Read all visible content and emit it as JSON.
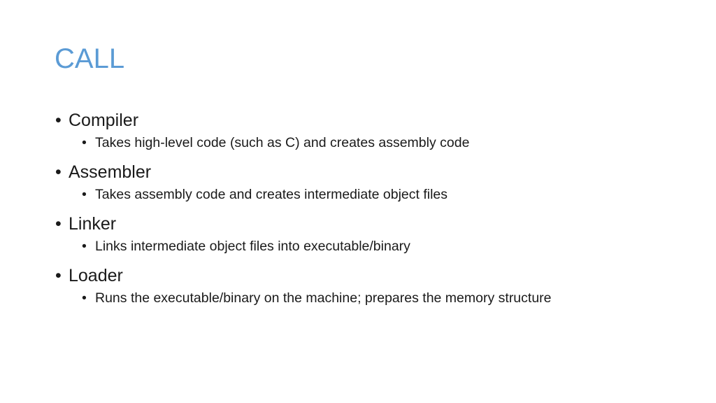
{
  "slide": {
    "title": "CALL",
    "bullet_char": "•",
    "items": [
      {
        "label": "Compiler",
        "sub": [
          "Takes high-level code (such as C) and creates assembly code"
        ]
      },
      {
        "label": "Assembler",
        "sub": [
          "Takes assembly code and creates intermediate object files"
        ]
      },
      {
        "label": "Linker",
        "sub": [
          "Links intermediate object files into executable/binary"
        ]
      },
      {
        "label": "Loader",
        "sub": [
          "Runs the executable/binary on the machine; prepares the memory structure"
        ]
      }
    ]
  },
  "colors": {
    "title": "#5b9bd5",
    "text": "#1a1a1a",
    "background": "#ffffff"
  }
}
